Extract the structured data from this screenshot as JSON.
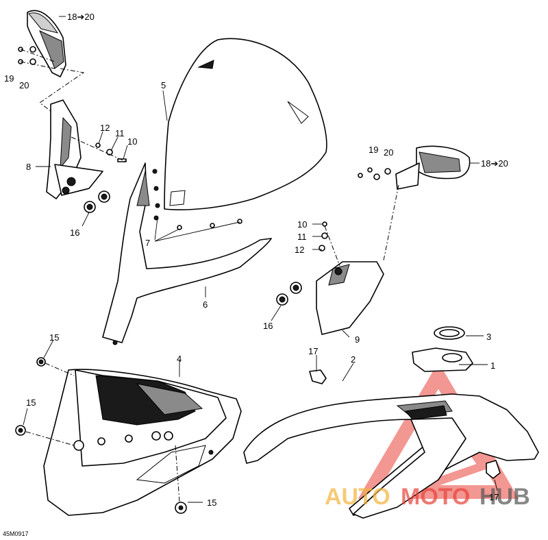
{
  "callouts": {
    "c_18_20_top": "18➔20",
    "c_19_left": "19",
    "c_20_left": "20",
    "c_5": "5",
    "c_12_left": "12",
    "c_11_left": "11",
    "c_10_left": "10",
    "c_8": "8",
    "c_16_left": "16",
    "c_7": "7",
    "c_6": "6",
    "c_19_right": "19",
    "c_20_right": "20",
    "c_18_20_right": "18➔20",
    "c_10_right": "10",
    "c_11_right": "11",
    "c_12_right": "12",
    "c_16_right": "16",
    "c_9": "9",
    "c_15_top": "15",
    "c_4": "4",
    "c_17_top": "17",
    "c_2": "2",
    "c_3": "3",
    "c_1": "1",
    "c_15_mid": "15",
    "c_15_bottom": "15",
    "c_17_bottom": "17"
  },
  "reference_code": "45M0917",
  "watermark": {
    "auto": "AUTO",
    "moto": "MOTO",
    "hub": "HUB",
    "color_primary": "#e8433a",
    "color_accent": "#f3b53c",
    "color_dark": "#555555"
  }
}
